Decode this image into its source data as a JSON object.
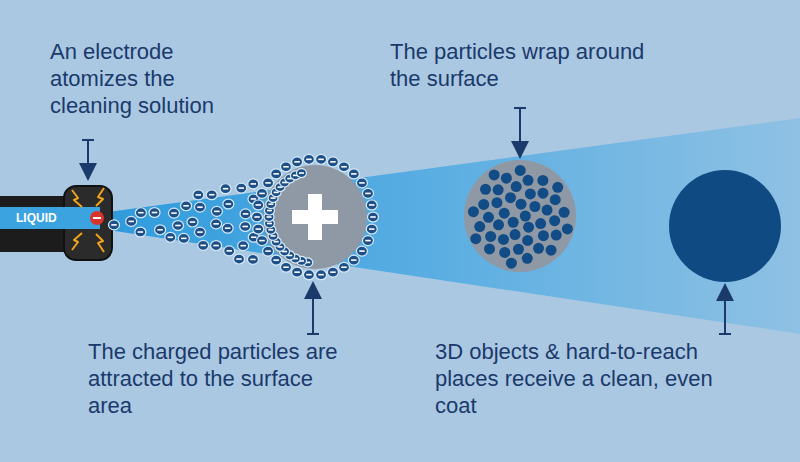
{
  "diagram": {
    "labels": [
      "An electrode atomizes the cleaning solution",
      "The particles wrap around the surface",
      "LIQUID",
      "The charged particles are attracted to the surface area",
      "3D objects & hard-to-reach places receive a clean, even coat"
    ]
  }
}
